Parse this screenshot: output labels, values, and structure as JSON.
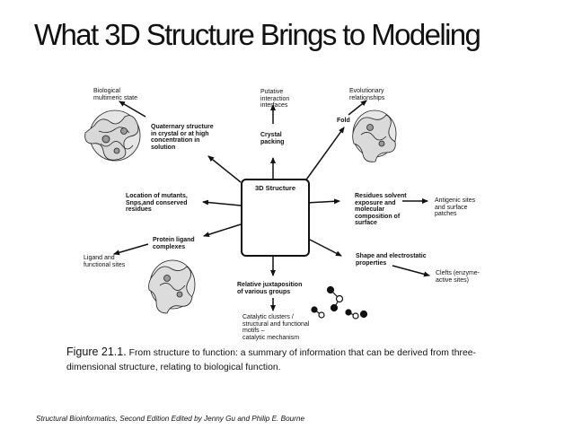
{
  "slide": {
    "title": "What 3D Structure Brings to Modeling"
  },
  "diagram": {
    "center": "3D Structure",
    "nodes": {
      "biological_state": [
        "Biological",
        "multimeric state"
      ],
      "quaternary": [
        "Quaternary structure",
        "in crystal or at high",
        "concentration in",
        "solution"
      ],
      "putative": [
        "Putative",
        "interaction",
        "interfaces"
      ],
      "crystal_packing": [
        "Crystal",
        "packing"
      ],
      "evolutionary": [
        "Evolutionary",
        "relationships"
      ],
      "fold": [
        "Fold"
      ],
      "mutants": [
        "Location of mutants,",
        "Snps,and conserved",
        "residues"
      ],
      "residues_solvent": [
        "Residues solvent",
        "exposure and",
        "molecular",
        "composition of",
        "surface"
      ],
      "antigenic": [
        "Antigenic sites",
        "and surface",
        "patches"
      ],
      "protein_ligand": [
        "Protein ligand",
        "complexes"
      ],
      "ligand_sites": [
        "Ligand and",
        "functional sites"
      ],
      "shape": [
        "Shape and electrostatic",
        "properties"
      ],
      "clefts": [
        "Clefts (enzyme-",
        "active sites)"
      ],
      "juxtaposition": [
        "Relative juxtaposition",
        "of various groups"
      ],
      "catalytic": [
        "Catalytic clusters /",
        "structural and functional",
        "motifs –",
        "catalytic mechanism"
      ]
    }
  },
  "caption": {
    "figure": "Figure 21.1.",
    "text": "From structure to function: a summary of information that can be derived from three-dimensional structure, relating to biological function."
  },
  "source": "Structural Bioinformatics, Second Edition Edited by Jenny Gu and Philip E. Bourne"
}
